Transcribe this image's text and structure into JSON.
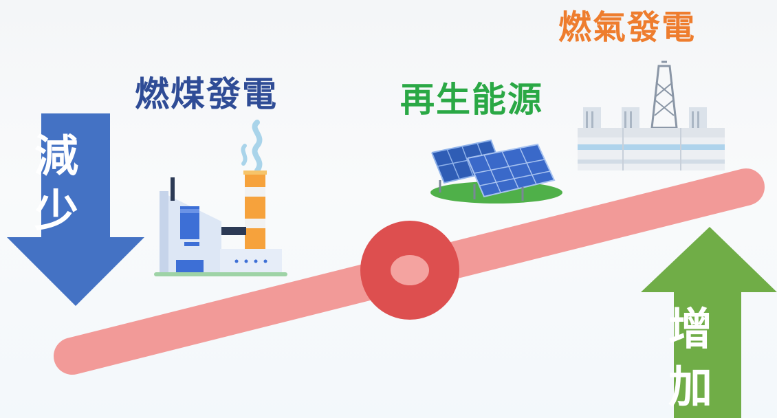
{
  "labels": {
    "coal": "燃煤發電",
    "renewable": "再生能源",
    "gas": "燃氣發電"
  },
  "arrows": {
    "decrease": [
      "減",
      "少"
    ],
    "increase": [
      "增",
      "加"
    ]
  },
  "colors": {
    "coal_label": "#2f4c96",
    "renewable_label": "#2aa845",
    "gas_label": "#ee7d2e",
    "decrease_arrow": "#4472c4",
    "increase_arrow": "#70ad47",
    "seesaw_beam": "#f29a98",
    "pivot": "#e05252"
  },
  "icons": {
    "coal": "coal-power-plant-icon",
    "renewable": "solar-panels-icon",
    "gas": "gas-power-plant-icon"
  }
}
